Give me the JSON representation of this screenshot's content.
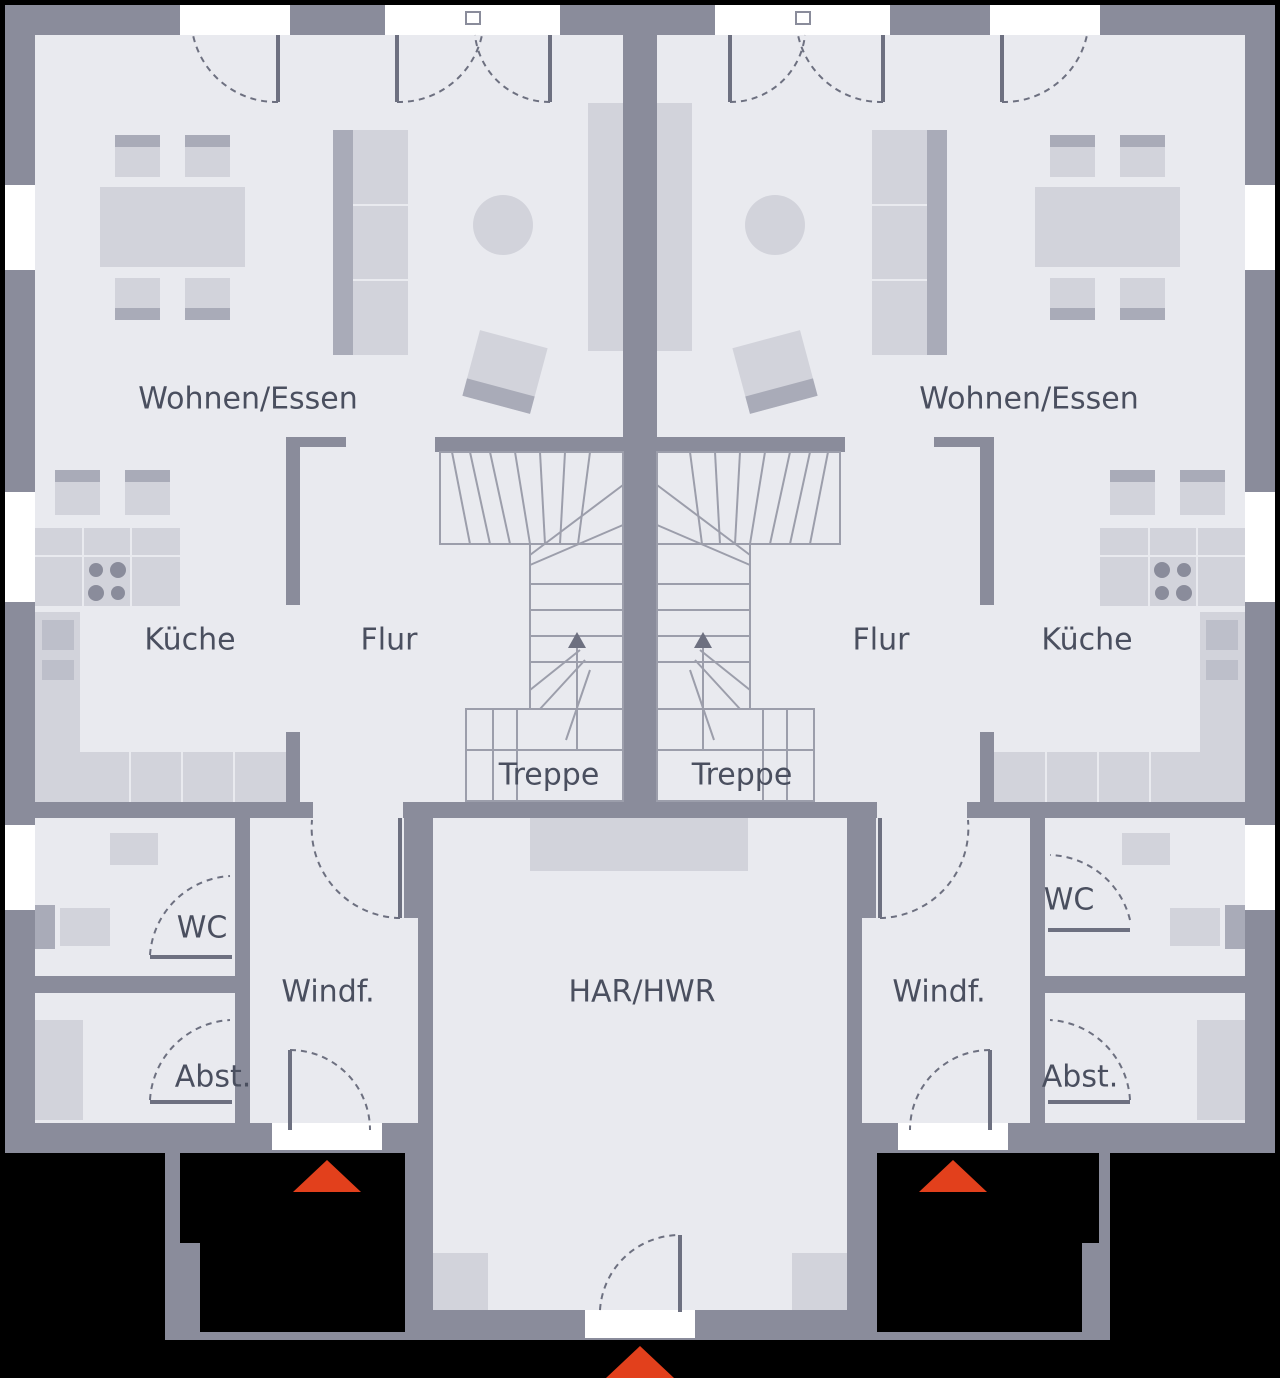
{
  "colors": {
    "background": "#000000",
    "wall": "#8a8c9b",
    "floor": "#e9eaef",
    "furniture": "#d2d3db",
    "furniture_dark": "#a9abb8",
    "stair_line": "#9c9eab",
    "entrance_marker": "#e2401c"
  },
  "rooms": {
    "left": {
      "living": "Wohnen/Essen",
      "kitchen": "Küche",
      "hall": "Flur",
      "stairs": "Treppe",
      "wc": "WC",
      "vestibule": "Windf.",
      "storage": "Abst."
    },
    "right": {
      "living": "Wohnen/Essen",
      "kitchen": "Küche",
      "hall": "Flur",
      "stairs": "Treppe",
      "wc": "WC",
      "vestibule": "Windf.",
      "storage": "Abst."
    },
    "center": {
      "utility": "HAR/HWR"
    }
  },
  "icons": {
    "entrance": "entrance-arrow-icon",
    "stair_direction": "stair-up-arrow-icon"
  }
}
